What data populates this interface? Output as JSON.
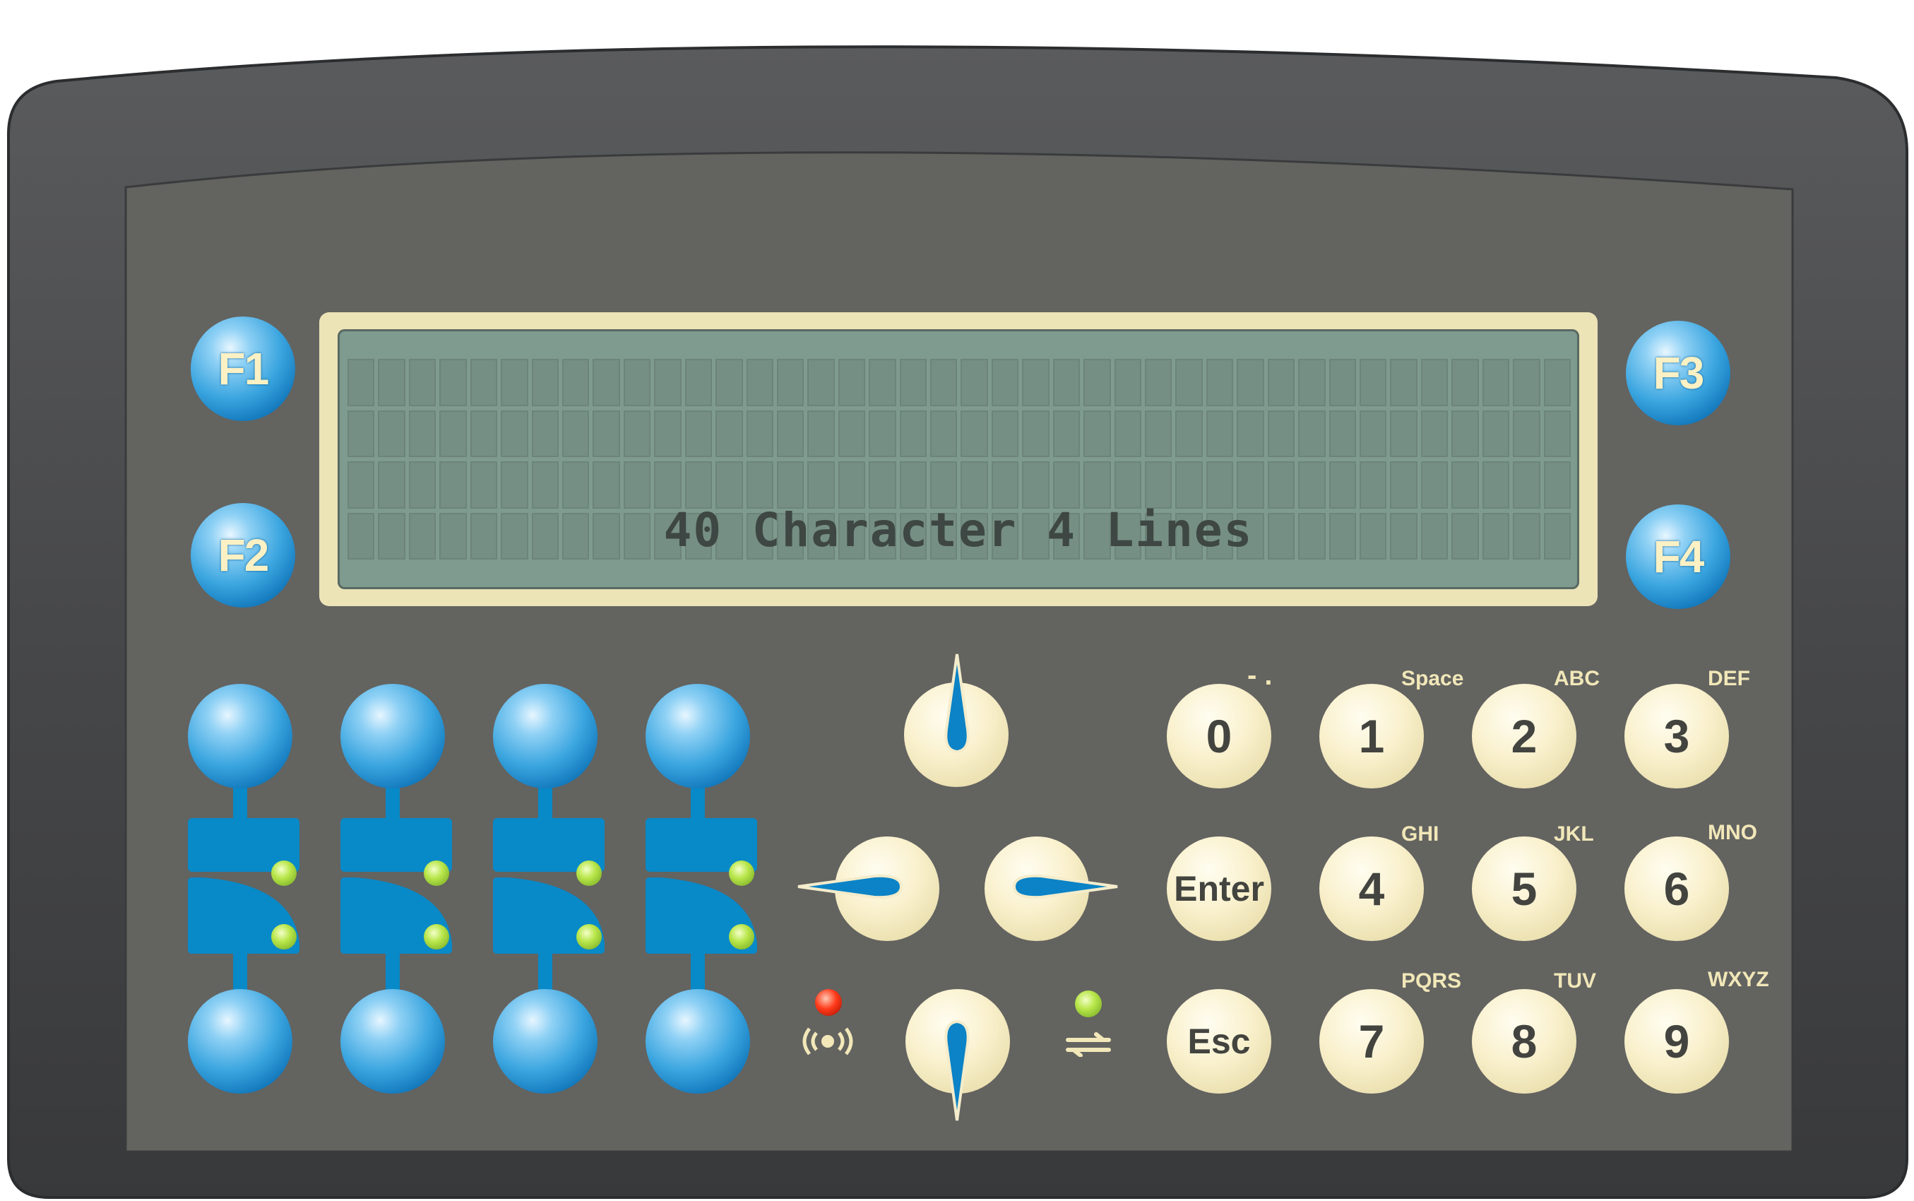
{
  "lcd": {
    "line4_text": "40 Character 4 Lines"
  },
  "function_keys": [
    {
      "label": "F1"
    },
    {
      "label": "F2"
    },
    {
      "label": "F3"
    },
    {
      "label": "F4"
    }
  ],
  "keypad": {
    "keys": [
      {
        "label": "0",
        "sub": "- ."
      },
      {
        "label": "1",
        "sub": "Space"
      },
      {
        "label": "2",
        "sub": "ABC"
      },
      {
        "label": "3",
        "sub": "DEF"
      },
      {
        "label": "Enter",
        "sub": ""
      },
      {
        "label": "4",
        "sub": "GHI"
      },
      {
        "label": "5",
        "sub": "JKL"
      },
      {
        "label": "6",
        "sub": "MNO"
      },
      {
        "label": "Esc",
        "sub": ""
      },
      {
        "label": "7",
        "sub": "PQRS"
      },
      {
        "label": "8",
        "sub": "TUV"
      },
      {
        "label": "9",
        "sub": "WXYZ"
      }
    ]
  },
  "navigation": {
    "icons": [
      "arrow-up-icon",
      "arrow-left-icon",
      "arrow-right-icon",
      "arrow-down-icon"
    ]
  },
  "status": {
    "left_led_color": "#ff3a1a",
    "right_led_color": "#8fd13a",
    "left_icon": "wireless-signal-icon",
    "right_icon": "transfer-arrows-icon"
  },
  "colors": {
    "housing": "#4a4b4d",
    "faceplate": "#636360",
    "lcd_background": "#7f9a8f",
    "lcd_frame": "#ece3b7",
    "blue_key": "#0b7dc0",
    "cream_key": "#f6ecc2"
  }
}
